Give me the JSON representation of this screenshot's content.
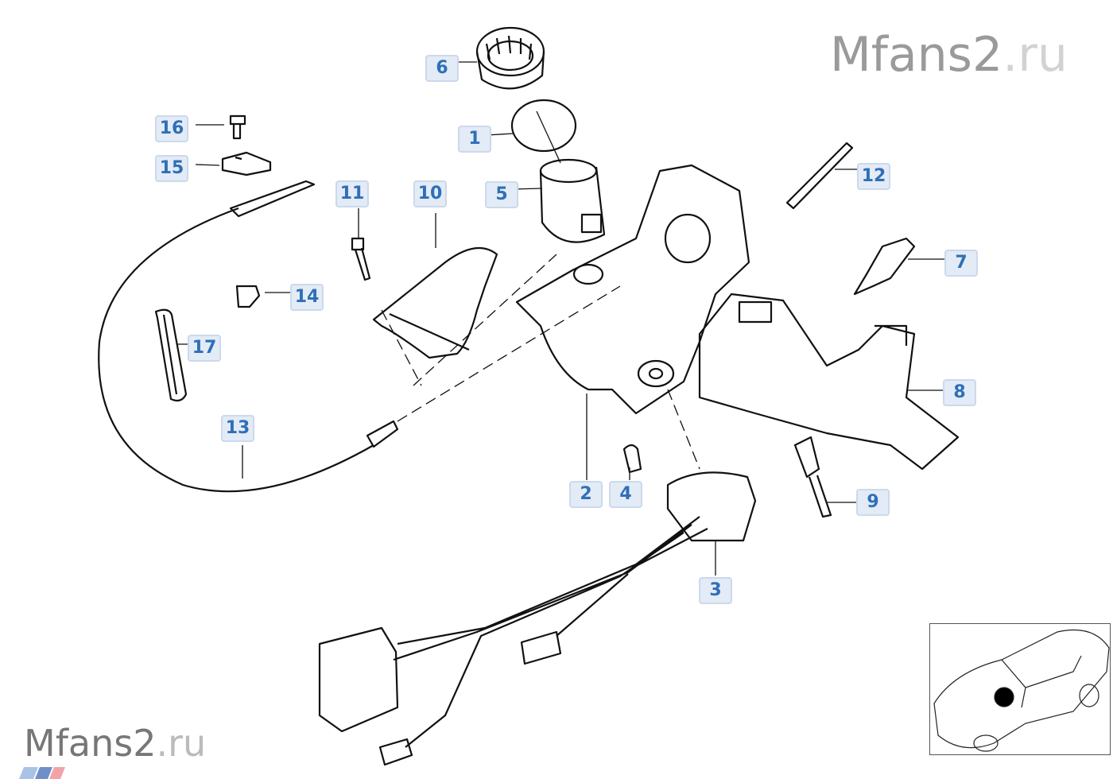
{
  "watermark": {
    "brand": "Mfans2",
    "tld": ".ru"
  },
  "callouts": [
    "1",
    "2",
    "3",
    "4",
    "5",
    "6",
    "7",
    "8",
    "9",
    "10",
    "11",
    "12",
    "13",
    "14",
    "15",
    "16",
    "17"
  ],
  "colors": {
    "callout_bg": "#e3ebf6",
    "callout_text": "#2f6fb7",
    "line": "#111111"
  }
}
